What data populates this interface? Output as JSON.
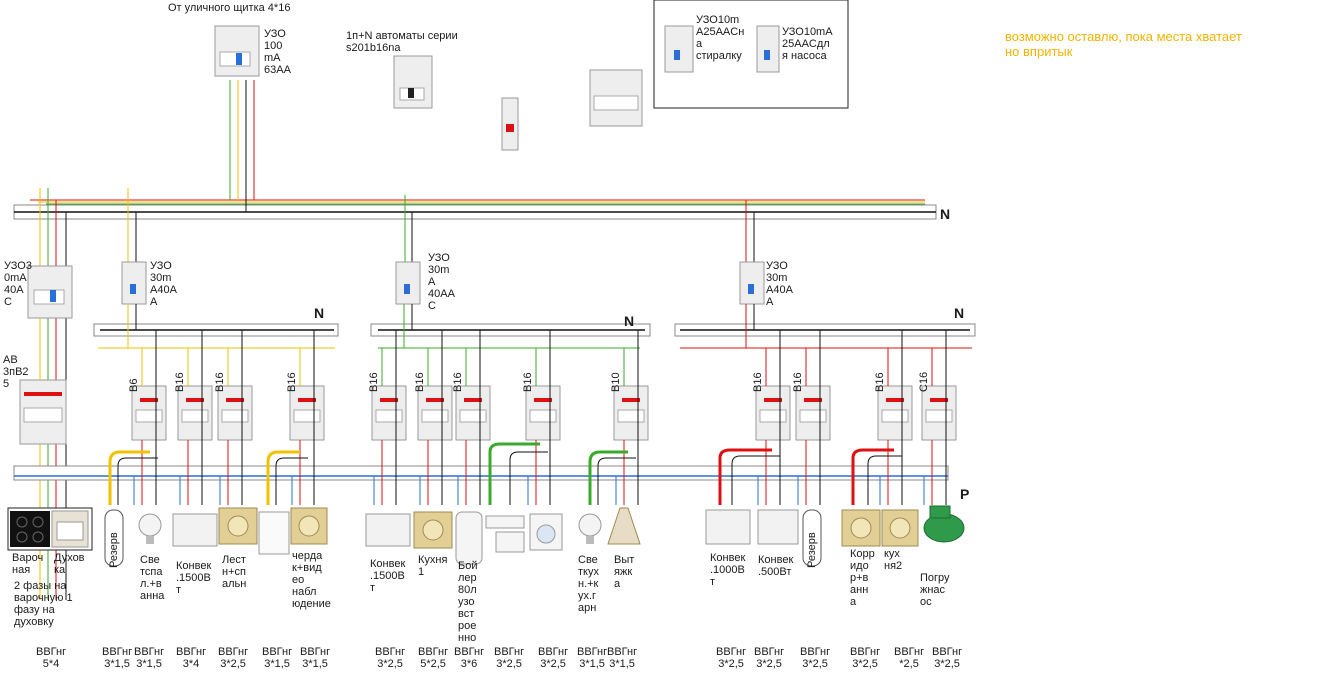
{
  "header": {
    "street_feed": "От уличного щитка 4*16",
    "main_rcd": "УЗО\n100\nmA\n63AA",
    "breakers_note": "1п+N автоматы серии\ns201b16na",
    "rcd_washer": "УЗО10m\nA25AACн\nа\nстиралку",
    "rcd_pump": "УЗО10mA\n25AACдл\nя насоса",
    "side_note": "возможно оставлю, пока места хватает\nно впритык"
  },
  "bus": {
    "n_label": "N",
    "p_label": "P"
  },
  "groups": {
    "left_rcd": "УЗО3\n0mA\n40A\nC",
    "left_breaker": "AB\n3пB2\n5",
    "rcd1": "УЗО\n30m\nA40A\nA",
    "rcd2": "УЗО\n30m\nA\n40AA\nC",
    "rcd3": "УЗО\n30m\nA40A\nA"
  },
  "breaker_ratings": [
    "B6",
    "B16",
    "B16",
    "B16",
    "B16",
    "B16",
    "B16",
    "B16",
    "B10",
    "B16",
    "B16",
    "B16",
    "C16"
  ],
  "reserve_label": "Резерв",
  "loads": {
    "hob": "Вароч\nная",
    "oven": "Духов\nка",
    "hob_note": "2 фазы на\nварочную 1\nфазу на\nдуховку",
    "light_bath": "Све\nтспа\nл.+в\nанна",
    "conv1500a": "Конвек\n.1500В\nт",
    "stairs": "Лест\nн+сп\nальн",
    "attic": "чердa\nк+вид\nео\nнабл\nюдение",
    "conv1500b": "Конвек\n.1500В\nт",
    "kitchen1": "Кухня\n1",
    "boiler": "Бой\nлер\n80л\nузо\nвст\nрое\nнно",
    "light_kitchen": "Све\nткух\nн.+к\nух.г\nарн",
    "hood": "Выт\nяжк\nа",
    "conv1000": "Конвек\n.1000В\nт",
    "conv500": "Конвек\n.500Вт",
    "corridor": "Корр\nидо\nр+в\nанн\nа",
    "kitchen2": "кух\nня2",
    "pump": "Погру\nжнас\nос"
  },
  "cables": [
    "ВВГнг\n5*4",
    "ВВГнг\n3*1,5",
    "ВВГнг\n3*1,5",
    "ВВГнг\n3*4",
    "ВВГнг\n3*2,5",
    "ВВГнг\n3*1,5",
    "ВВГнг\n3*1,5",
    "ВВГнг\n3*2,5",
    "ВВГнг\n5*2,5",
    "ВВГнг\n3*6",
    "ВВГнг\n3*2,5",
    "ВВГнг\n3*2,5",
    "ВВГнг\n3*1,5",
    "ВВГнг\n3*1,5",
    "ВВГнг\n3*2,5",
    "ВВГнг\n3*2,5",
    "ВВГнг\n3*2,5",
    "ВВГнг\n3*2,5",
    "ВВГнг\n*2,5",
    "ВВГнг\n3*2,5"
  ],
  "colors": {
    "red": "#dd1111",
    "yellow": "#f2c200",
    "green": "#3aaa2a",
    "blue": "#2a6fd6",
    "black": "#111111"
  }
}
